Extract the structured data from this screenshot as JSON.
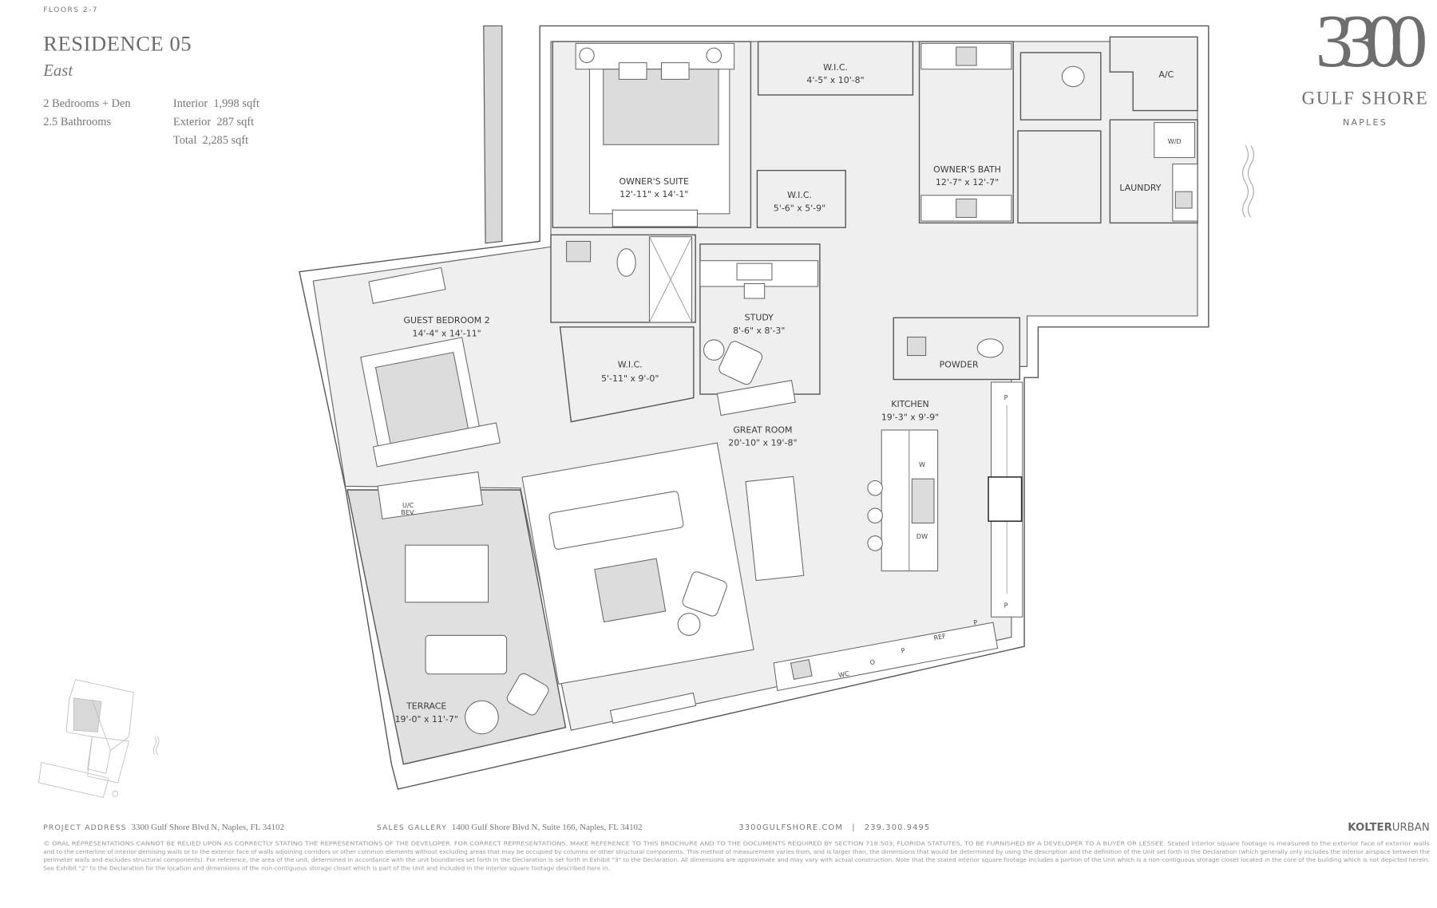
{
  "header": {
    "floors": "FLOORS 2-7",
    "title": "RESIDENCE 05",
    "orientation": "East",
    "bedrooms": "2 Bedrooms + Den",
    "bathrooms": "2.5 Bathrooms",
    "interior": "Interior  1,998 sqft",
    "exterior": "Exterior  287 sqft",
    "total": "Total  2,285 sqft"
  },
  "logo": {
    "number": "3300",
    "name": "GULF SHORE",
    "city": "NAPLES"
  },
  "rooms": {
    "owners_suite": {
      "name": "OWNER'S SUITE",
      "dims": "12'-11\" x 14'-1\""
    },
    "wic_1": {
      "name": "W.I.C.",
      "dims": "4'-5\" x 10'-8\""
    },
    "wic_2": {
      "name": "W.I.C.",
      "dims": "5'-6\" x 5'-9\""
    },
    "owners_bath": {
      "name": "OWNER'S BATH",
      "dims": "12'-7\" x 12'-7\""
    },
    "ac": {
      "name": "A/C"
    },
    "wd": {
      "name": "W/D"
    },
    "laundry": {
      "name": "LAUNDRY"
    },
    "guest_bedroom": {
      "name": "GUEST BEDROOM 2",
      "dims": "14'-4\" x 14'-11\""
    },
    "study": {
      "name": "STUDY",
      "dims": "8'-6\" x 8'-3\""
    },
    "wic_3": {
      "name": "W.I.C.",
      "dims": "5'-11\" x 9'-0\""
    },
    "powder": {
      "name": "POWDER"
    },
    "kitchen": {
      "name": "KITCHEN",
      "dims": "19'-3\" x 9'-9\""
    },
    "great_room": {
      "name": "GREAT ROOM",
      "dims": "20'-10\" x 19'-8\""
    },
    "terrace": {
      "name": "TERRACE",
      "dims": "19'-0\" x 11'-7\""
    }
  },
  "appliances": {
    "washer": "W",
    "dishwasher": "DW",
    "pantry_top": "P",
    "pantry_bottom": "P",
    "wine_cooler": "WC",
    "oven": "O",
    "pantry_1": "P",
    "refrigerator": "REF",
    "pantry_2": "P",
    "uc_bev_1": "U/C",
    "uc_bev_2": "BEV."
  },
  "footer": {
    "project_label": "PROJECT ADDRESS",
    "project_address": "3300 Gulf Shore Blvd N, Naples, FL 34102",
    "sales_label": "SALES GALLERY",
    "sales_address": "1400 Gulf Shore Blvd N, Suite 166, Naples, FL 34102",
    "website": "3300GULFSHORE.COM",
    "separator": "|",
    "phone": "239.300.9495",
    "developer_bold": "KOLTER",
    "developer_light": "URBAN",
    "disclaimer": [
      "© ORAL REPRESENTATIONS CANNOT BE RELIED UPON AS CORRECTLY STATING THE REPRESENTATIONS OF THE DEVELOPER. FOR CORRECT REPRESENTATIONS, MAKE REFERENCE TO THIS BROCHURE AND TO THE DOCUMENTS REQUIRED BY SECTION 718.503, FLORIDA STATUTES, TO BE FURNISHED BY A DEVELOPER TO A BUYER OR LESSEE. Stated interior square footage is measured to the exterior face of exterior walls",
      "and to the centerline of interior demising walls or to the exterior face of walls adjoining corridors or other common elements without excluding areas that may be occupied by columns or other structural components. This method of measurement varies from, and is larger than, the dimensions that would be determined by using the description and the definition of the Unit set forth in the Declaration (which generally only includes the interior airspace between the",
      "perimeter walls and excludes structural components). For reference, the area of the unit, determined in accordance with the unit boundaries set forth in the Declaration is set forth in Exhibit \"3\" to the Declaration. All dimensions are approximate and may vary with actual construction. Note that the stated interior square footage includes a portion of the Unit which is a non-contiguous storage closet located in the core of the building which is not depicted herein.",
      "See Exhibit \"2\" to the Declaration for the location and dimensions of the non-contiguous storage closet which is part of the Unit and included in the interior square footage described here in."
    ]
  },
  "colors": {
    "text": "#6b6b6b",
    "logo": "#6e6e6e",
    "floor": "#efefef",
    "terrace": "#e2e2e2"
  }
}
